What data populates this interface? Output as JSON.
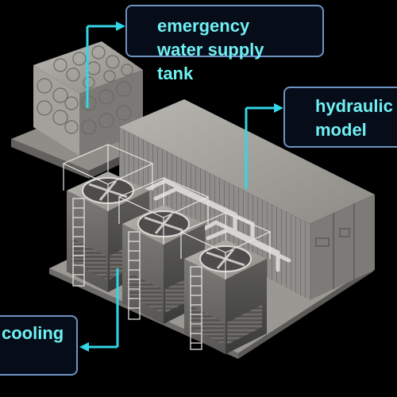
{
  "labels": {
    "tank": "emergency water supply tank",
    "tank_lines": [
      "emergency",
      "water supply",
      "tank"
    ],
    "hydraulic": "hydraulic model",
    "hydraulic_lines": [
      "hydraulic",
      "model"
    ],
    "cooling": "cooling",
    "cooling_lines": [
      "cooling"
    ]
  },
  "colors": {
    "background": "#000000",
    "label_text": "#6ff0f4",
    "callout_border": "#6f93c4",
    "callout_fill": "#060c18",
    "connector": "#33d6e6",
    "equipment": "#8a8a86"
  },
  "icons": [
    "water-tank-icon",
    "container-icon",
    "cooling-tower-icon",
    "fan-icon",
    "pipe-icon",
    "ladder-icon"
  ]
}
